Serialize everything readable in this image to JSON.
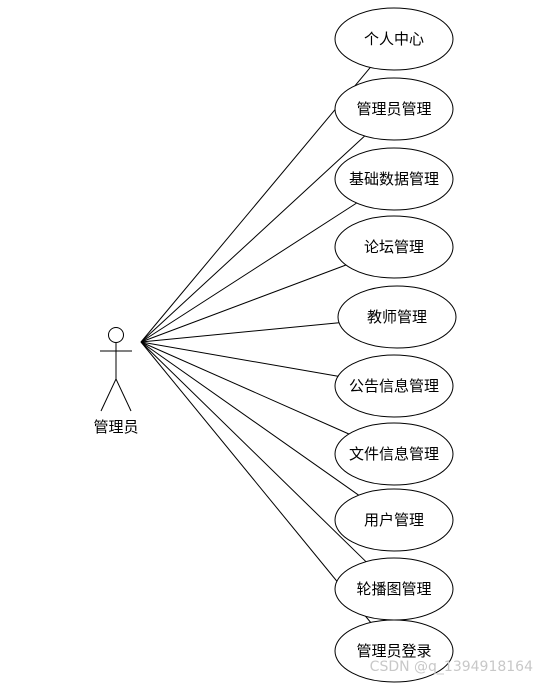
{
  "actor": {
    "label": "管理员"
  },
  "use_cases": [
    {
      "label": "个人中心"
    },
    {
      "label": "管理员管理"
    },
    {
      "label": "基础数据管理"
    },
    {
      "label": "论坛管理"
    },
    {
      "label": "教师管理"
    },
    {
      "label": "公告信息管理"
    },
    {
      "label": "文件信息管理"
    },
    {
      "label": "用户管理"
    },
    {
      "label": "轮播图管理"
    },
    {
      "label": "管理员登录"
    }
  ],
  "watermark": "CSDN @q_1394918164",
  "colors": {
    "line": "#000000",
    "background": "#ffffff",
    "watermark": "#c8c8c8"
  }
}
